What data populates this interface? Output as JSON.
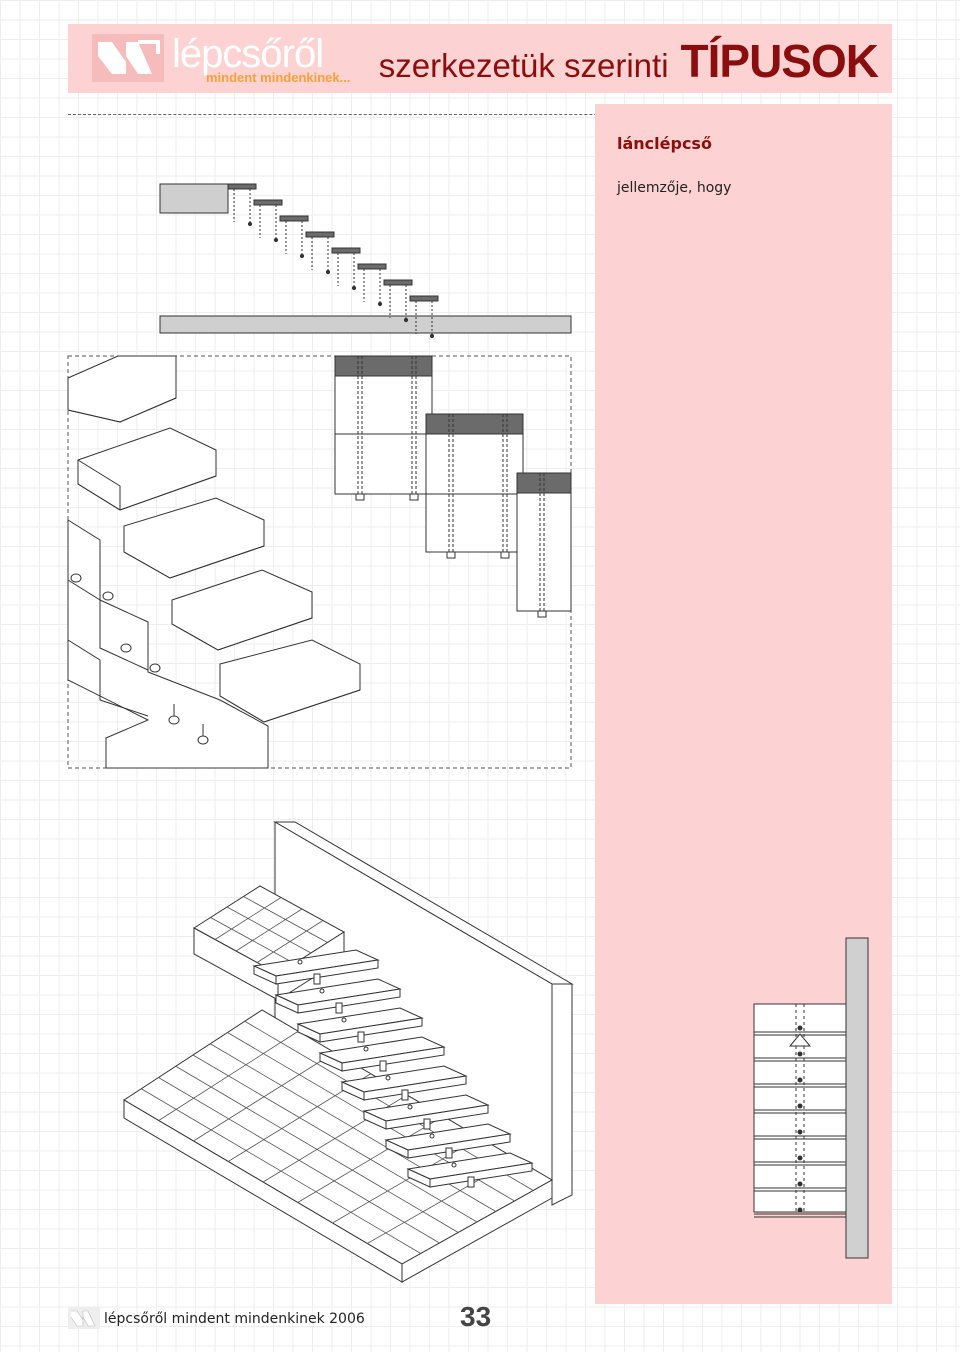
{
  "header": {
    "logo_name": "lépcsőről",
    "logo_tagline": "mindent mindenkinek...",
    "title_light": "szerkezetük szerinti",
    "title_bold": "TÍPUSOK"
  },
  "section": {
    "title": "lánclépcső",
    "text": "jellemzője, hogy"
  },
  "footer": {
    "text": "lépcsőről mindent mindenkinek 2006",
    "page_number": "33"
  },
  "colors": {
    "header_band": "#fdd2d2",
    "side_panel": "#fdd2d2",
    "title_text": "#8b0e0e",
    "tagline": "#f3a23a"
  }
}
